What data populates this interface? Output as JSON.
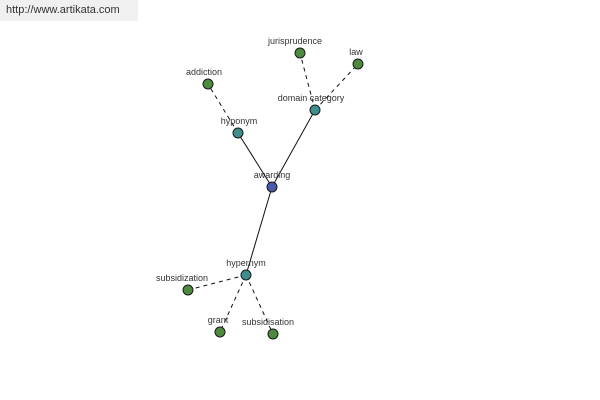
{
  "watermark": {
    "text": "http://www.artikata.com"
  },
  "colors": {
    "root": "#4a5aa8",
    "relation": "#3e8e8e",
    "leaf": "#4e8a3e"
  },
  "graph": {
    "nodes": [
      {
        "id": "awarding",
        "label": "awarding",
        "kind": "root"
      },
      {
        "id": "hyponym",
        "label": "hyponym",
        "kind": "relation"
      },
      {
        "id": "domain-category",
        "label": "domain category",
        "kind": "relation"
      },
      {
        "id": "hypernym",
        "label": "hypernym",
        "kind": "relation"
      },
      {
        "id": "addiction",
        "label": "addiction",
        "kind": "leaf"
      },
      {
        "id": "jurisprudence",
        "label": "jurisprudence",
        "kind": "leaf"
      },
      {
        "id": "law",
        "label": "law",
        "kind": "leaf"
      },
      {
        "id": "subsidization",
        "label": "subsidization",
        "kind": "leaf"
      },
      {
        "id": "grant",
        "label": "grant",
        "kind": "leaf"
      },
      {
        "id": "subsidisation",
        "label": "subsidisation",
        "kind": "leaf"
      }
    ],
    "edges": [
      {
        "from": "awarding",
        "to": "hyponym",
        "style": "solid"
      },
      {
        "from": "awarding",
        "to": "domain-category",
        "style": "solid"
      },
      {
        "from": "awarding",
        "to": "hypernym",
        "style": "solid"
      },
      {
        "from": "hyponym",
        "to": "addiction",
        "style": "dashed"
      },
      {
        "from": "domain-category",
        "to": "jurisprudence",
        "style": "dashed"
      },
      {
        "from": "domain-category",
        "to": "law",
        "style": "dashed"
      },
      {
        "from": "hypernym",
        "to": "subsidization",
        "style": "dashed"
      },
      {
        "from": "hypernym",
        "to": "grant",
        "style": "dashed"
      },
      {
        "from": "hypernym",
        "to": "subsidisation",
        "style": "dashed"
      }
    ]
  }
}
